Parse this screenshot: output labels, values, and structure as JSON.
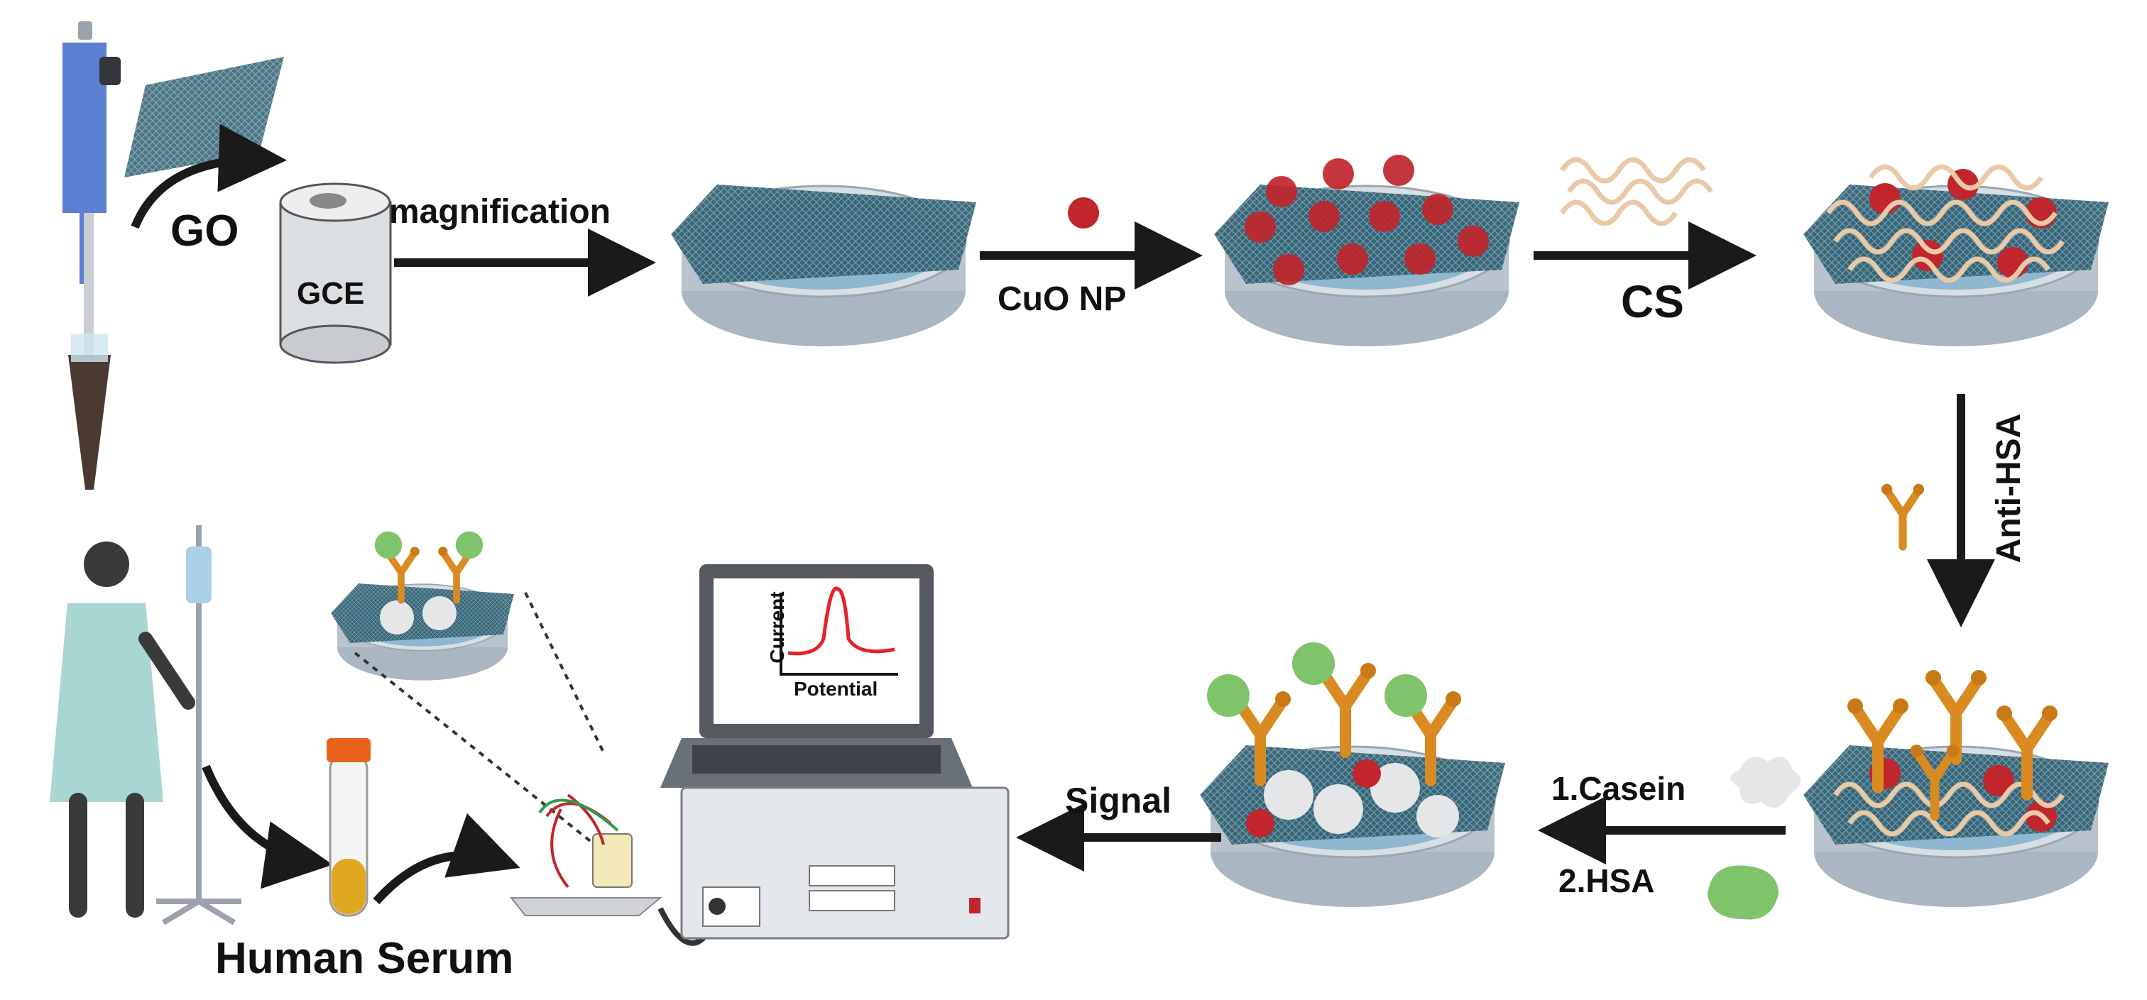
{
  "labels": {
    "go": "GO",
    "gce": "GCE",
    "magnification": "magnification",
    "cuo_np": "CuO NP",
    "cs": "CS",
    "anti_hsa": "Anti-HSA",
    "casein": "1.Casein",
    "hsa": "2.HSA",
    "signal": "Signal",
    "human_serum": "Human Serum"
  },
  "screen": {
    "ylabel": "Current",
    "xlabel": "Potential"
  },
  "colors": {
    "arrow": "#1a1a1a",
    "graphene": "#2f5d6e",
    "dish": "#c9d3dc",
    "dish_water": "#8fb7d0",
    "nanoparticle": "#c0262b",
    "chitosan": "#e9c9a6",
    "antibody": "#d98b22",
    "hsa_protein": "#7fc46a",
    "casein": "#e4e6e8",
    "pipette": "#5b7fd1",
    "serum": "#e0a720",
    "tube_cap": "#e8621c",
    "gown": "#a9d5d3",
    "curve": "#e2232a"
  },
  "icons": [
    "pipette-icon",
    "go-sheet-icon",
    "gce-electrode-icon",
    "cuo-np-icon",
    "chitosan-icon",
    "antibody-icon",
    "casein-icon",
    "hsa-icon",
    "patient-icon",
    "iv-stand-icon",
    "serum-tube-icon",
    "electrode-cell-icon",
    "laptop-icon",
    "potentiostat-icon"
  ]
}
